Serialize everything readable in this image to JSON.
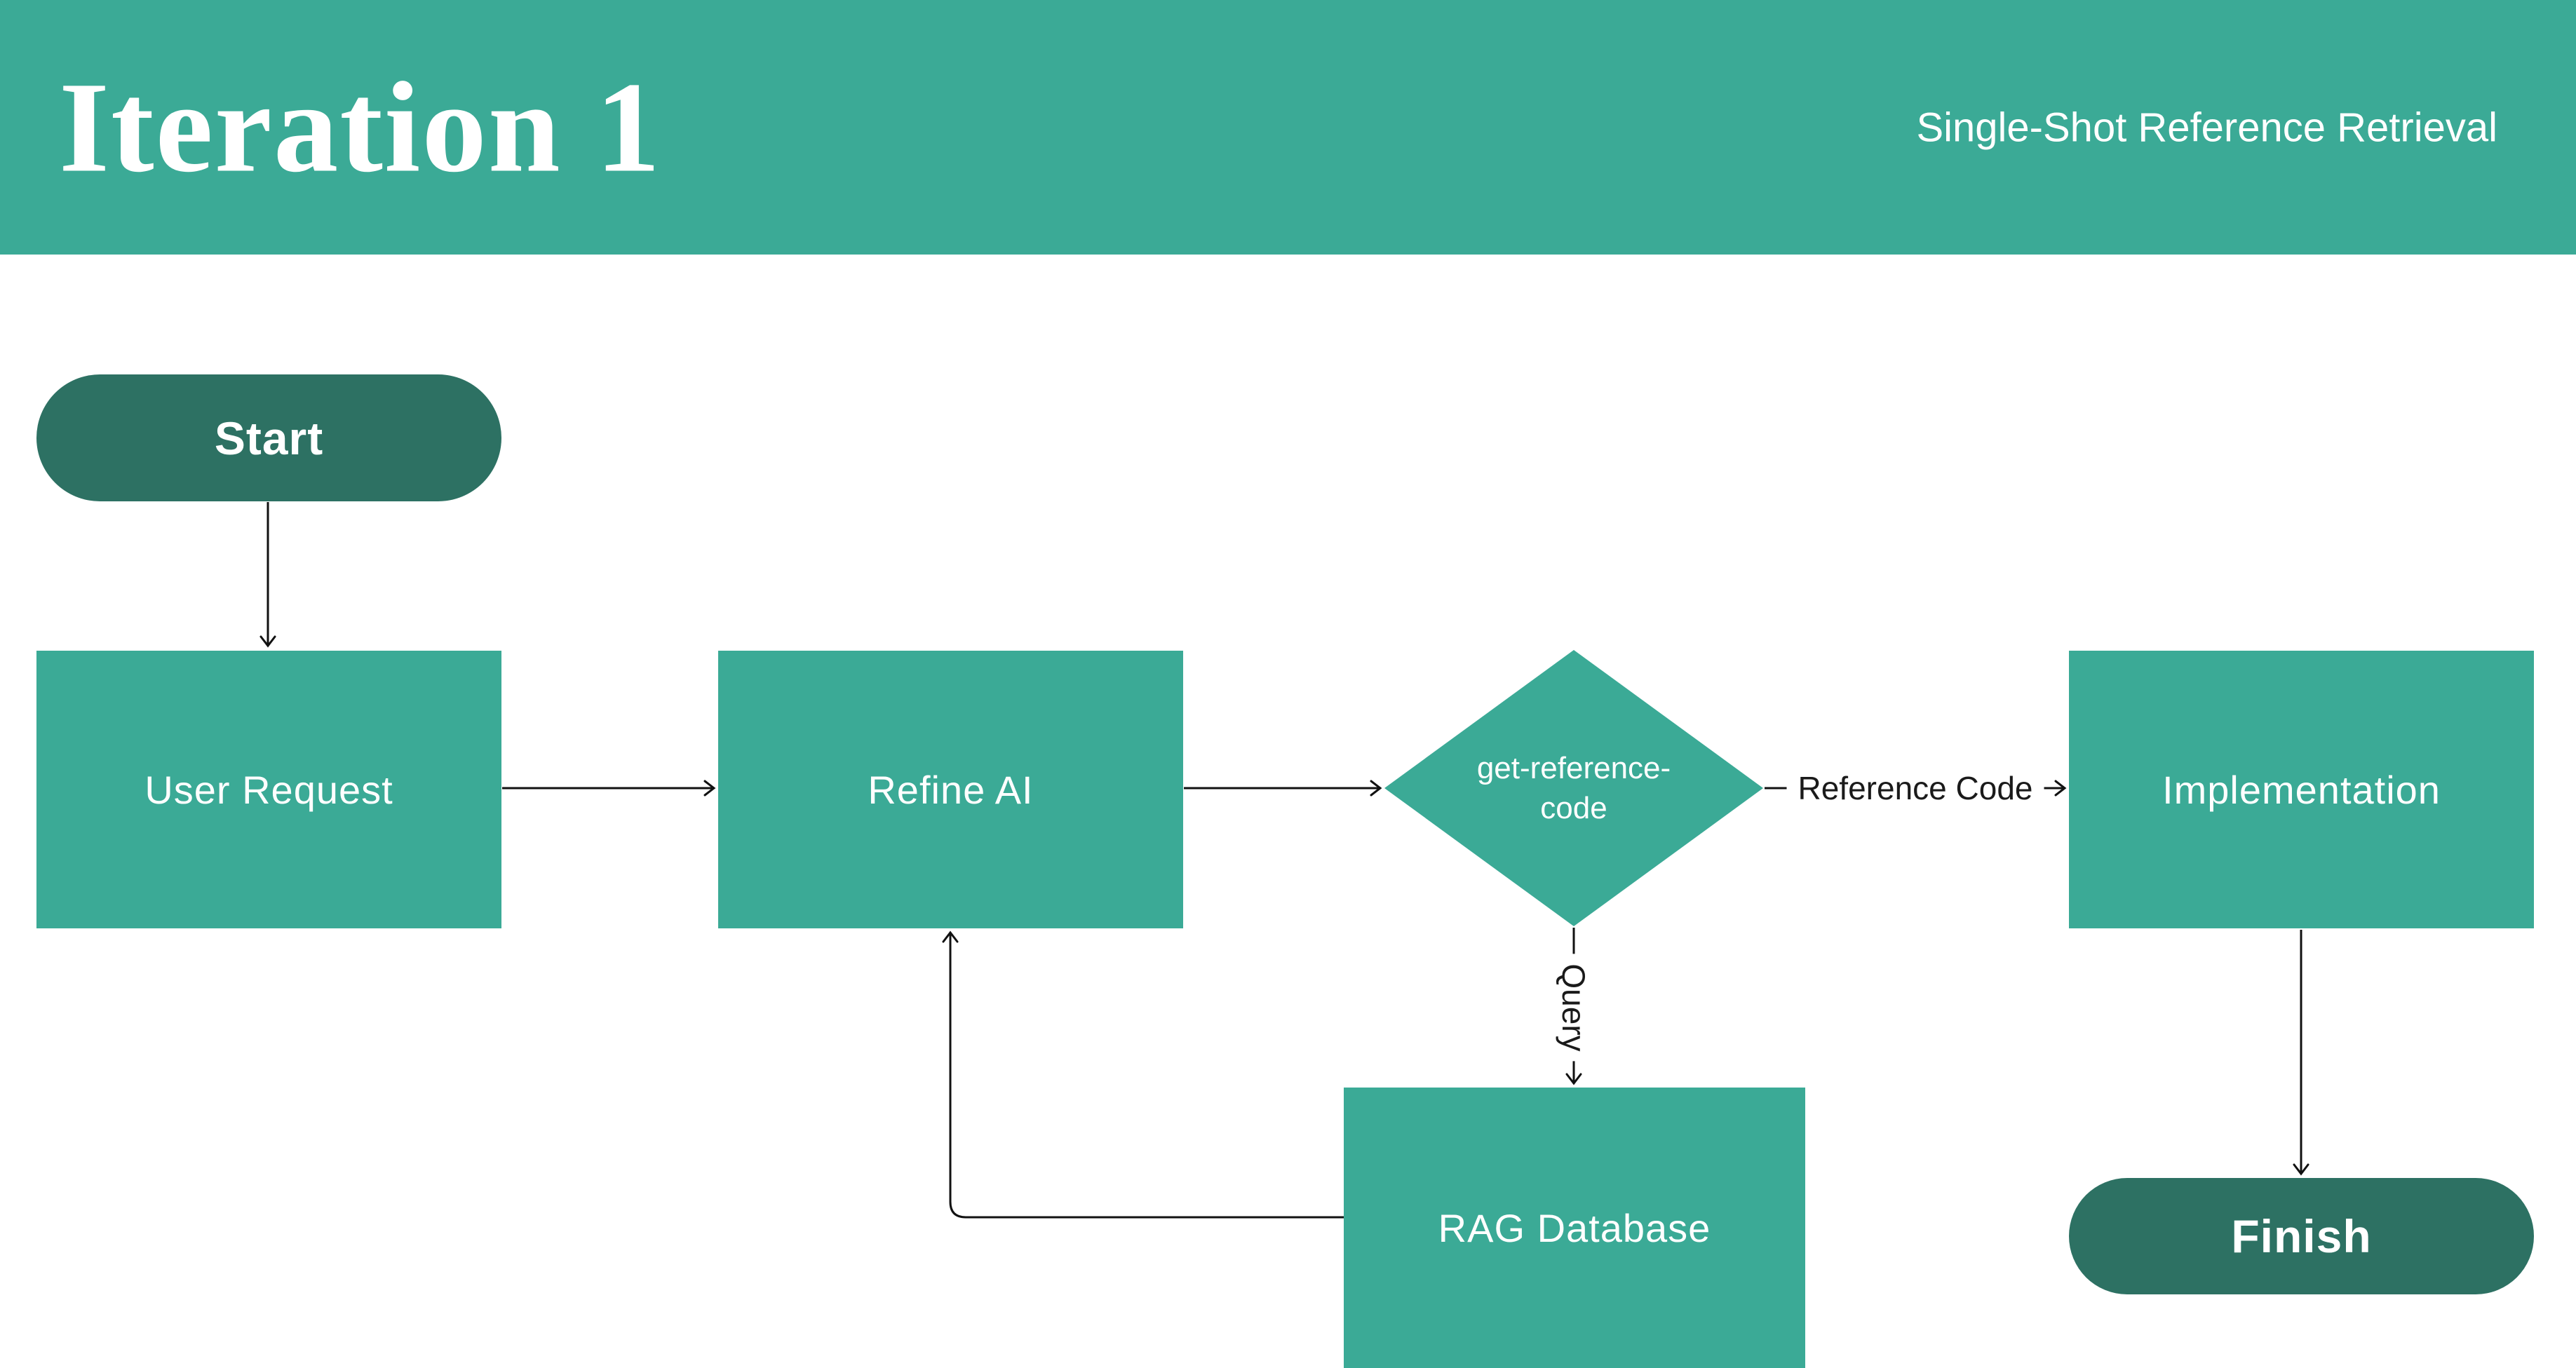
{
  "header": {
    "title": "Iteration 1",
    "subtitle": "Single-Shot Reference Retrieval"
  },
  "nodes": {
    "start": {
      "label": "Start",
      "type": "terminator"
    },
    "user_request": {
      "label": "User Request",
      "type": "process"
    },
    "refine_ai": {
      "label": "Refine AI",
      "type": "process"
    },
    "decision": {
      "label_line1": "get-reference-",
      "label_line2": "code",
      "type": "decision"
    },
    "implementation": {
      "label": "Implementation",
      "type": "process"
    },
    "rag_database": {
      "label": "RAG Database",
      "type": "process"
    },
    "finish": {
      "label": "Finish",
      "type": "terminator"
    }
  },
  "edges": {
    "start_to_user_request": "",
    "user_request_to_refine_ai": "",
    "refine_ai_to_decision": "",
    "decision_to_implementation_label": "Reference Code",
    "decision_to_rag_label": "Query",
    "implementation_to_finish": "",
    "rag_to_refine_ai_feedback": ""
  },
  "colors": {
    "teal": "#3BAA96",
    "dark_teal": "#2D7163",
    "arrow": "#111111",
    "node_text": "#FFFFFF",
    "edge_label_text": "#1A1A1A",
    "background": "#FFFFFF"
  }
}
